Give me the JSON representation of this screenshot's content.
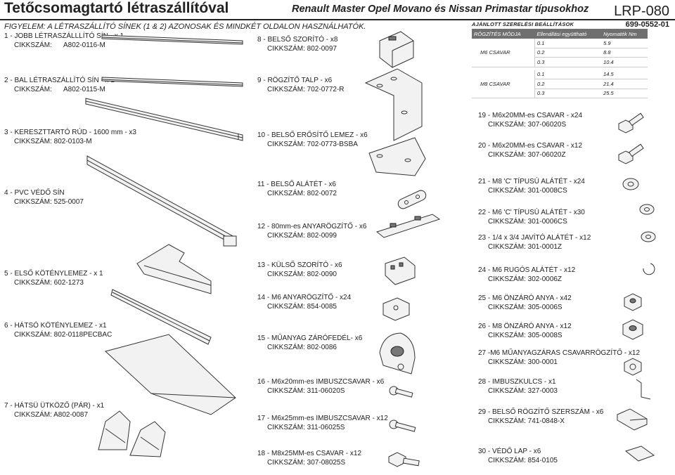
{
  "header": {
    "title": "Tetőcsomagtartó létraszállítóval",
    "subtitle": "Renault Master Opel Movano és Nissan Primastar típusokhoz",
    "doc_id": "LRP-080",
    "doc_number": "699-0552-01",
    "warning": "FIGYELEM: A LÉTRASZÁLLÍTÓ SÍNEK (1 & 2) AZONOSAK ÉS MINDKÉT OLDALON HASZNÁLHATÓK."
  },
  "torque": {
    "heading": "AJÁNLOTT SZERELÉSI BEÁLLÍTÁSOK",
    "columns": [
      "RÖGZÍTÉS MÓDJA",
      "Ellenállási együttható",
      "Nyomaték Nm"
    ],
    "groups": [
      {
        "label": "M6 CSAVAR",
        "rows": [
          [
            "0.1",
            "5.9"
          ],
          [
            "0.2",
            "8.8"
          ],
          [
            "0.3",
            "10.4"
          ]
        ]
      },
      {
        "label": "M8 CSAVAR",
        "rows": [
          [
            "0.1",
            "14.5"
          ],
          [
            "0.2",
            "21.4"
          ],
          [
            "0.3",
            "25.5"
          ]
        ]
      }
    ]
  },
  "parts": [
    {
      "name": "1 - JOBB LÉTRASZÁLLLÍTÓ SÍN - x 1",
      "code_label": "CIKKSZÁM:",
      "code": "A802-0116-M"
    },
    {
      "name": "2 - BAL LÉTRASZÁLLÍTÓ SÍN - x 1",
      "code_label": "CIKKSZÁM:",
      "code": "A802-0115-M"
    },
    {
      "name": "3 - KERESZTTARTÓ RÚD - 1600 mm - x3",
      "code": "CIKKSZÁM: 802-0103-M"
    },
    {
      "name": "4 - PVC VÉDŐ SÍN",
      "code": "CIKKSZÁM: 525-0007"
    },
    {
      "name": "5 - ELSŐ KÖTÉNYLEMEZ - x 1",
      "code": "CIKKSZÁM: 602-1273"
    },
    {
      "name": "6 - HÁTSÓ KÖTÉNYLEMEZ - x1",
      "code": "CIKKSZÁM: 802-0118PECBAC"
    },
    {
      "name": "7 - HÁTSÜ ÜTKÖZŐ (PÁR) - x1",
      "code": "CIKKSZÁM: A802-0087"
    },
    {
      "name": "8 - BELSŐ SZORÍTÓ - x8",
      "code": "CIKKSZÁM: 802-0097"
    },
    {
      "name": "9 - RÖGZÍTŐ TALP - x6",
      "code": "CIKKSZÁM: 702-0772-R"
    },
    {
      "name": "10 - BELSŐ ERŐSÍTŐ LEMEZ - x6",
      "code": "CIKKSZÁM: 702-0773-BSBA"
    },
    {
      "name": "11 - BELSŐ ALÁTÉT - x6",
      "code": "CIKKSZÁM: 802-0072"
    },
    {
      "name": "12 - 80mm-es ANYARÖGZÍTŐ - x6",
      "code": "CIKKSZÁM: 802-0099"
    },
    {
      "name": "13 - KÜLSŐ SZORÍTÓ - x6",
      "code": "CIKKSZÁM: 802-0090"
    },
    {
      "name": "14 - M6 ANYARÖGZÍTŐ - x24",
      "code": "CIKKSZÁM: 854-0085"
    },
    {
      "name": "15 - MŰANYAG ZÁRÓFEDÉL- x6",
      "code": "CIKKSZÁM: 802-0086"
    },
    {
      "name": "16 - M6x20mm-es IMBUSZCSAVAR - x6",
      "code": "CIKKSZÁM: 311-06020S"
    },
    {
      "name": "17 - M6x25mm-es IMBUSZCSAVAR - x12",
      "code": "CIKKSZÁM: 311-06025S"
    },
    {
      "name": "18 - M8x25MM-es CSAVAR - x12",
      "code": "CIKKSZÁM: 307-08025S"
    },
    {
      "name": "19 - M6x20MM-es CSAVAR - x24",
      "code": "CIKKSZÁM: 307-06020S"
    },
    {
      "name": "20 - M6x20MM-es CSAVAR - x12",
      "code": "CIKKSZÁM: 307-06020Z"
    },
    {
      "name": "21 - M8 'C' TÍPUSÚ ALÁTÉT - x24",
      "code": "CIKKSZÁM: 301-0008CS"
    },
    {
      "name": "22 - M6 'C' TÍPUSÚ ALÁTÉT - x30",
      "code": "CIKKSZÁM: 301-0006CS"
    },
    {
      "name": "23 - 1/4 x 3/4 JAVÍTÓ ALÁTÉT - x12",
      "code": "CIKKSZÁM: 301-0001Z"
    },
    {
      "name": "24 - M6 RUGÓS ALÁTÉT - x12",
      "code": "CIKKSZÁM: 302-0006Z"
    },
    {
      "name": "25 - M6 ÖNZÁRÓ ANYA - x42",
      "code": "CIKKSZÁM: 305-0006S"
    },
    {
      "name": "26 - M8 ÖNZÁRÓ ANYA - x12",
      "code": "CIKKSZÁM: 305-0008S"
    },
    {
      "name": "27 -M6 MŰANYAGZÁRAS CSAVARRÖGZÍTŐ - x12",
      "code": "CIKKSZÁM: 300-0001"
    },
    {
      "name": "28 - IMBUSZKULCS - x1",
      "code": "CIKKSZÁM: 327-0003"
    },
    {
      "name": "29 - BELSŐ RÖGZÍTŐ SZERSZÁM - x6",
      "code": "CIKKSZÁM: 741-0848-X"
    },
    {
      "name": "30 - VÉDŐ LAP - x6",
      "code": "CIKKSZÁM: 854-0105"
    }
  ]
}
